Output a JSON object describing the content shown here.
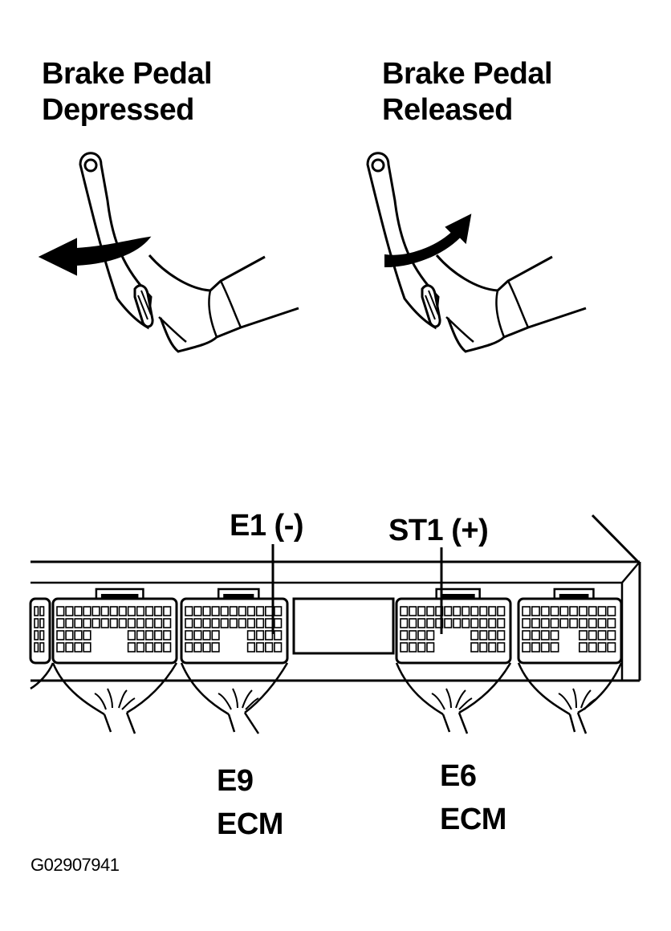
{
  "pedal_left": {
    "line1": "Brake Pedal",
    "line2": "Depressed"
  },
  "pedal_right": {
    "line1": "Brake Pedal",
    "line2": "Released"
  },
  "pins": {
    "e1": "E1  (-)",
    "st1": "ST1 (+)"
  },
  "connectors": {
    "e9": {
      "code": "E9",
      "unit": "ECM"
    },
    "e6": {
      "code": "E6",
      "unit": "ECM"
    }
  },
  "figure_code": "G02907941"
}
